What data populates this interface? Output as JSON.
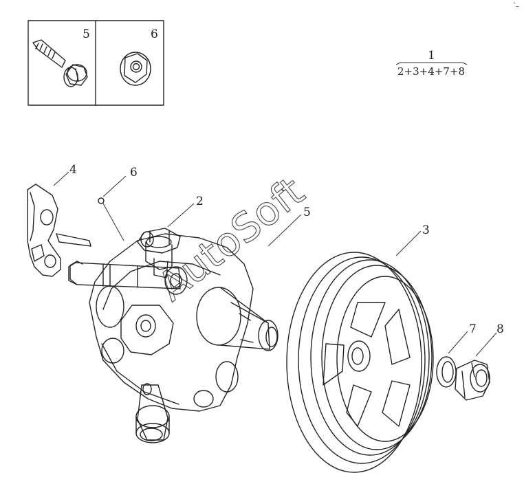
{
  "inset": {
    "bolt_label": "5",
    "nut_label": "6"
  },
  "assembly": {
    "top": "1",
    "bottom": "2+3+4+7+8"
  },
  "callouts": {
    "bracket": "4",
    "oring": "6",
    "pump": "2",
    "bolt": "5",
    "pulley": "3",
    "washer": "7",
    "nut": "8"
  },
  "watermark": "AutoSoft",
  "corner_mark": "´–"
}
